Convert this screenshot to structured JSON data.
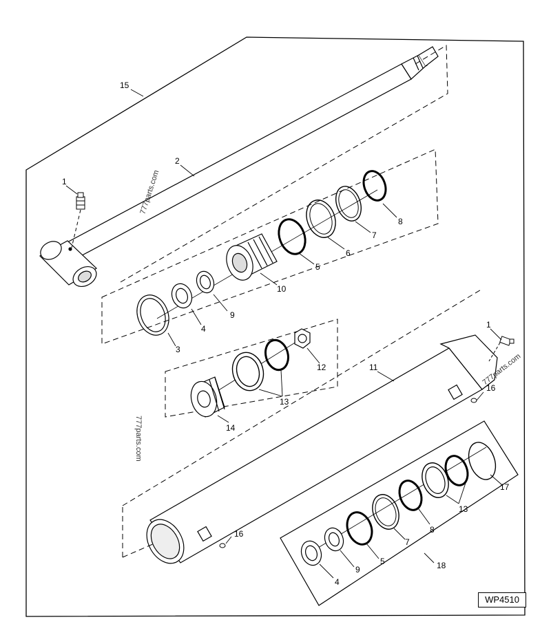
{
  "figure_id": "WP4510",
  "watermark": "777parts.com",
  "callouts": {
    "c1a": "1",
    "c1b": "1",
    "c2": "2",
    "c3": "3",
    "c4a": "4",
    "c4b": "4",
    "c5a": "5",
    "c5b": "5",
    "c6": "6",
    "c7a": "7",
    "c7b": "7",
    "c8a": "8",
    "c8b": "8",
    "c9a": "9",
    "c9b": "9",
    "c10": "10",
    "c11": "11",
    "c12": "12",
    "c13a": "13",
    "c13b": "13",
    "c14": "14",
    "c15": "15",
    "c16a": "16",
    "c16b": "16",
    "c17": "17",
    "c18": "18"
  }
}
